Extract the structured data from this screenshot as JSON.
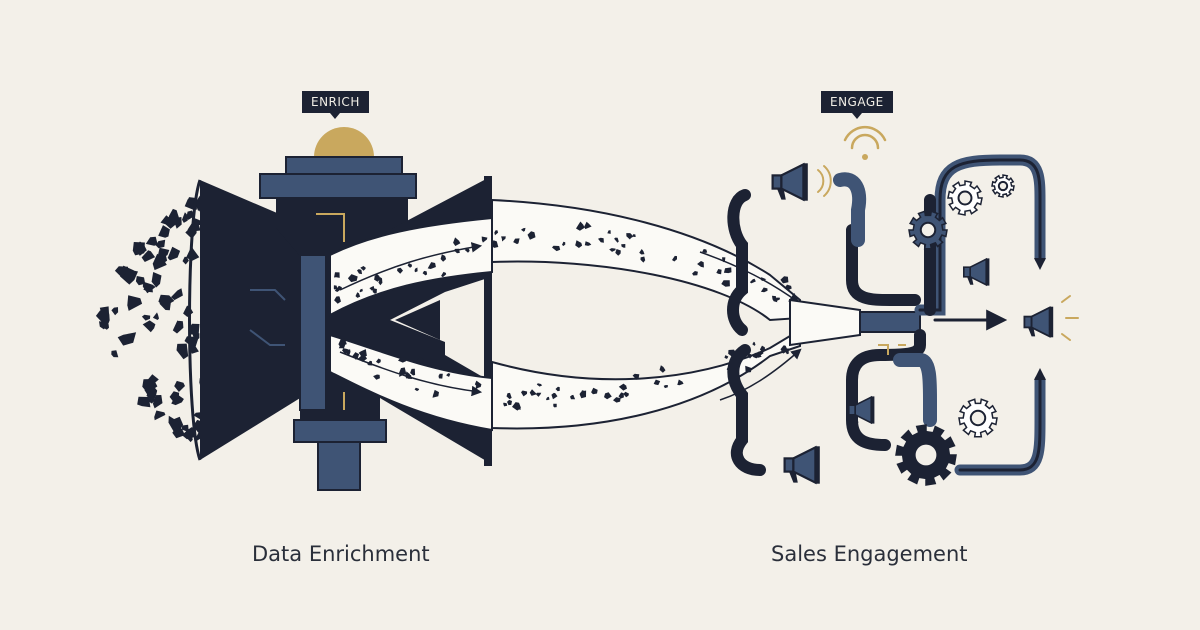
{
  "labels": {
    "enrich_tag": "ENRICH",
    "engage_tag": "ENGAGE",
    "left_caption": "Data Enrichment",
    "right_caption": "Sales Engagement"
  },
  "colors": {
    "background": "#f3f0e9",
    "navy": "#1c2233",
    "slate": "#3f5475",
    "gold": "#c9a85e",
    "channel": "#fbfaf6"
  },
  "icons": [
    "funnel-icon",
    "machine-icon",
    "megaphone-icon",
    "gear-icon",
    "signal-icon",
    "arrow-icon"
  ]
}
